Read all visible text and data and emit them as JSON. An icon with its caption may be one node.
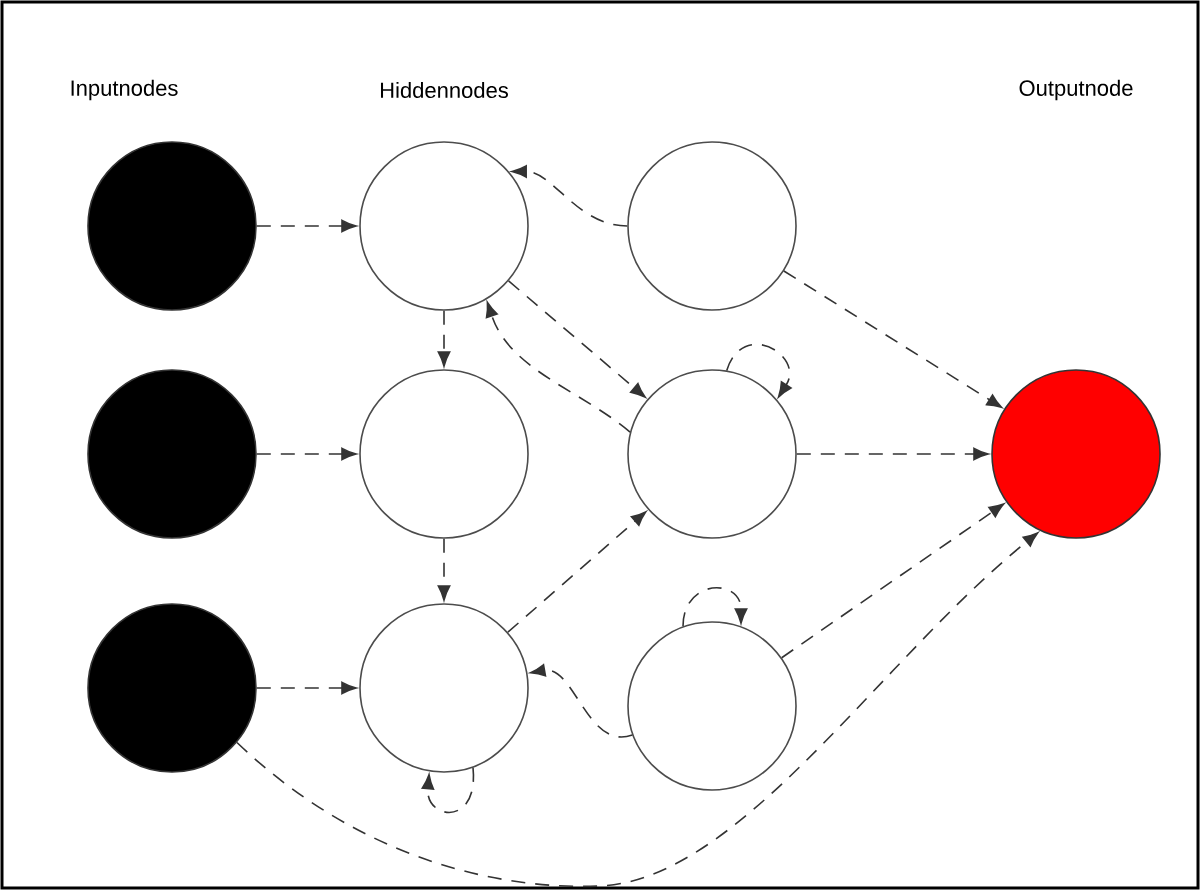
{
  "diagram": {
    "nodes": [
      {
        "text": [],
        "shape": "circle"
      },
      {
        "text": [],
        "shape": "circle"
      },
      {
        "text": [],
        "shape": "circle"
      },
      {
        "text": [],
        "shape": "circle"
      },
      {
        "text": [],
        "shape": "circle"
      },
      {
        "text": [],
        "shape": "circle"
      },
      {
        "text": [],
        "shape": "circle"
      },
      {
        "text": [],
        "shape": "circle"
      },
      {
        "text": [],
        "shape": "circle"
      },
      {
        "text": [],
        "shape": "circle"
      }
    ],
    "edges": [
      {
        "from": 0,
        "to": 3,
        "arrow": "to"
      },
      {
        "from": 1,
        "to": 4,
        "arrow": "to"
      },
      {
        "from": 2,
        "to": 5,
        "arrow": "to"
      },
      {
        "from": 3,
        "to": 4,
        "arrow": "to"
      },
      {
        "from": 4,
        "to": 5,
        "arrow": "to"
      },
      {
        "from": 6,
        "to": 3,
        "arrow": "to"
      },
      {
        "from": 3,
        "to": 7,
        "arrow": "to"
      },
      {
        "from": 7,
        "to": 3,
        "arrow": "to"
      },
      {
        "from": 7,
        "to": 7,
        "arrow": "to"
      },
      {
        "from": 6,
        "to": 9,
        "arrow": "to"
      },
      {
        "from": 7,
        "to": 9,
        "arrow": "to"
      },
      {
        "from": 5,
        "to": 7,
        "arrow": "to"
      },
      {
        "from": 5,
        "to": 5,
        "arrow": "to"
      },
      {
        "from": 8,
        "to": 8,
        "arrow": "to"
      },
      {
        "from": 8,
        "to": 5,
        "arrow": "to"
      },
      {
        "from": 8,
        "to": 9,
        "arrow": "to"
      },
      {
        "from": 2,
        "to": 9,
        "arrow": "to"
      }
    ],
    "labels": [
      "Inputnodes",
      "Hiddennodes",
      "Outputnode"
    ]
  }
}
